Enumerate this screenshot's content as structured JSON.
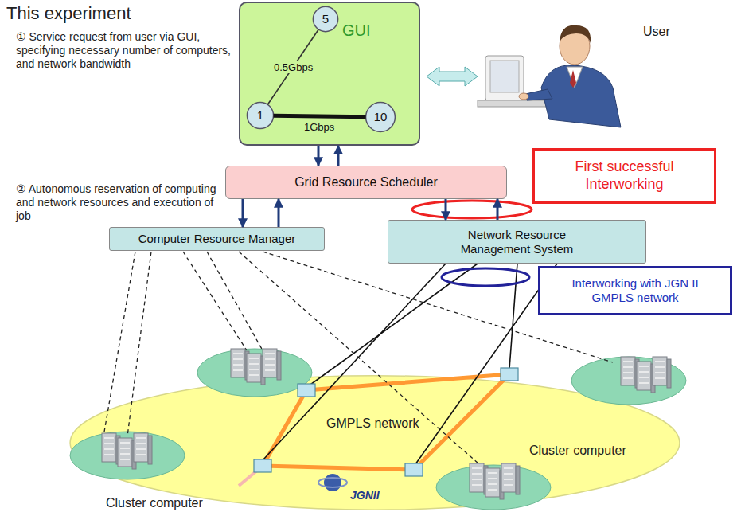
{
  "diagram": {
    "title": "This experiment",
    "nodes": [
      {
        "text": [
          "GUI"
        ]
      },
      {
        "text": [
          "5"
        ],
        "in": 0
      },
      {
        "text": [
          "1"
        ],
        "in": 0
      },
      {
        "text": [
          "10"
        ],
        "in": 0
      },
      {
        "text": [
          "Grid Resource Scheduler"
        ]
      },
      {
        "text": [
          "Computer Resource Manager"
        ]
      },
      {
        "text": [
          "Network Resource Management System"
        ]
      },
      {
        "text": [
          "First successful Interworking"
        ]
      },
      {
        "text": [
          "Interworking with JGN II GMPLS network"
        ]
      },
      {
        "text": [
          "GMPLS network"
        ]
      }
    ],
    "edges": [
      {
        "from": 2,
        "to": 1,
        "arrow": "none",
        "label": "0.5Gbps"
      },
      {
        "from": 2,
        "to": 3,
        "arrow": "none",
        "label": "1Gbps"
      },
      {
        "from": 0,
        "to": 4,
        "arrow": "to"
      },
      {
        "from": 4,
        "to": 0,
        "arrow": "to"
      },
      {
        "from": 4,
        "to": 5,
        "arrow": "to"
      },
      {
        "from": 5,
        "to": 4,
        "arrow": "to"
      },
      {
        "from": 4,
        "to": 6,
        "arrow": "to"
      },
      {
        "from": 6,
        "to": 4,
        "arrow": "to"
      }
    ],
    "labels": [
      "User",
      "① Service request from user via GUI, specifying necessary number of computers, and network bandwidth",
      "② Autonomous reservation of computing and network resources and execution of job",
      "Cluster computer",
      "Cluster computer",
      "JGNII"
    ]
  }
}
